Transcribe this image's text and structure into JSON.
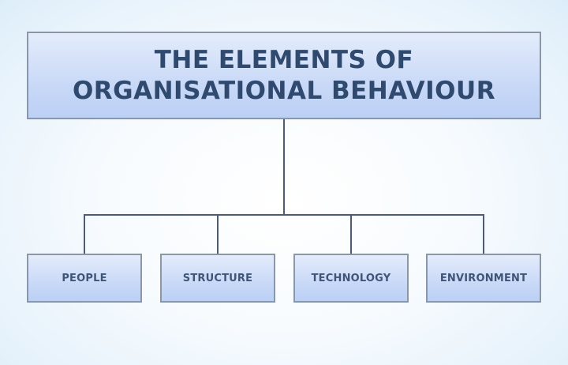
{
  "diagram": {
    "title_line1": "THE ELEMENTS OF",
    "title_line2": "ORGANISATIONAL BEHAVIOUR",
    "children": [
      {
        "label": "PEOPLE"
      },
      {
        "label": "STRUCTURE"
      },
      {
        "label": "TECHNOLOGY"
      },
      {
        "label": "ENVIRONMENT"
      }
    ],
    "colors": {
      "box_fill": "#c9d9f7",
      "box_border": "#8a97a8",
      "text": "#2f4a6e",
      "connector": "#4d5c73"
    }
  }
}
